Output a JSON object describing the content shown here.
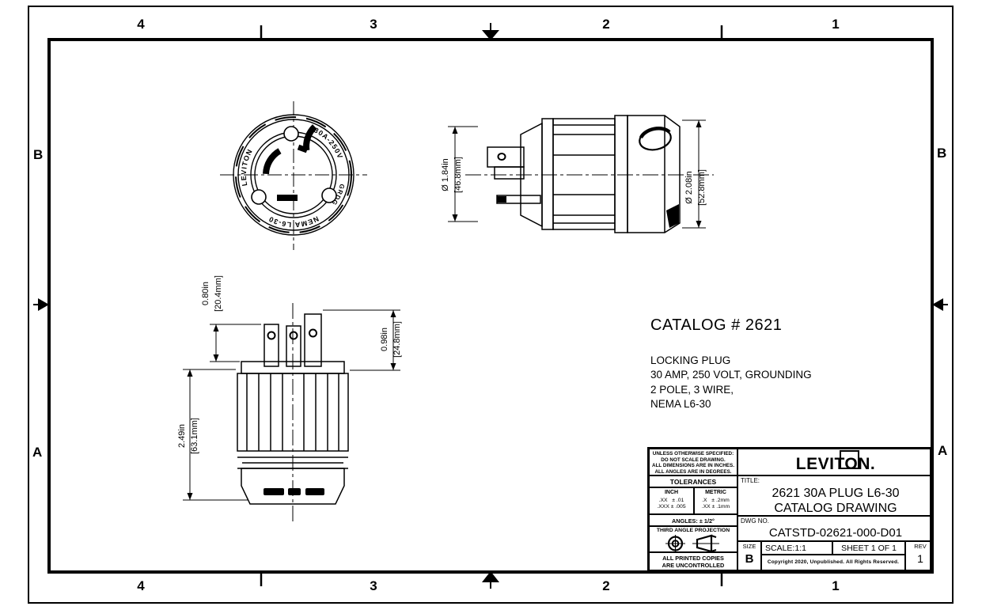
{
  "zones": {
    "columns": [
      "4",
      "3",
      "2",
      "1"
    ],
    "rows": [
      "B",
      "A"
    ]
  },
  "face_markings": {
    "brand": "LEVITON",
    "rating": "30A-250V",
    "ground": "GRDG",
    "nema": "NEMA L6-30"
  },
  "dims": {
    "front_dia": "Ø 1.84in",
    "front_dia_mm": "[46.8mm]",
    "body_dia": "Ø 2.08in",
    "body_dia_mm": "[52.8mm]",
    "blade_short": "0.80in",
    "blade_short_mm": "[20.4mm]",
    "blade_long": "0.98in",
    "blade_long_mm": "[24.8mm]",
    "body_len": "2.49in",
    "body_len_mm": "[63.1mm]"
  },
  "catalog": {
    "heading": "CATALOG # 2621",
    "lines": [
      "LOCKING PLUG",
      "30 AMP, 250 VOLT, GROUNDING",
      "2 POLE, 3 WIRE,",
      "NEMA L6-30"
    ]
  },
  "title_block": {
    "notes": [
      "UNLESS OTHERWISE SPECIFIED:",
      "DO NOT SCALE DRAWING.",
      "ALL DIMENSIONS ARE IN INCHES.",
      "ALL ANGLES ARE IN DEGREES."
    ],
    "tolerances_label": "TOLERANCES",
    "inch_label": "INCH",
    "inch_tol_1": ".XX   ± .01",
    "inch_tol_2": ".XXX ± .005",
    "metric_label": "METRIC",
    "metric_tol_1": ".X   ± .2mm",
    "metric_tol_2": ".XX ± .1mm",
    "angles_label": "ANGLES: ± 1/2°",
    "projection_label": "THIRD ANGLE PROJECTION",
    "uncontrolled_line1": "ALL PRINTED COPIES",
    "uncontrolled_line2": "ARE UNCONTROLLED",
    "logo_text": "LEVITON.",
    "title_label": "TITLE:",
    "title_line1": "2621 30A PLUG L6-30",
    "title_line2": "CATALOG DRAWING",
    "dwg_label": "DWG NO.",
    "dwg_number": "CATSTD-02621-000-D01",
    "size_label": "SIZE",
    "size_value": "B",
    "scale_text": "SCALE:1:1",
    "sheet_text": "SHEET 1 OF 1",
    "copyright_text": "Copyright 2020, Unpublished. All Rights Reserved.",
    "rev_label": "REV",
    "rev_value": "1"
  }
}
